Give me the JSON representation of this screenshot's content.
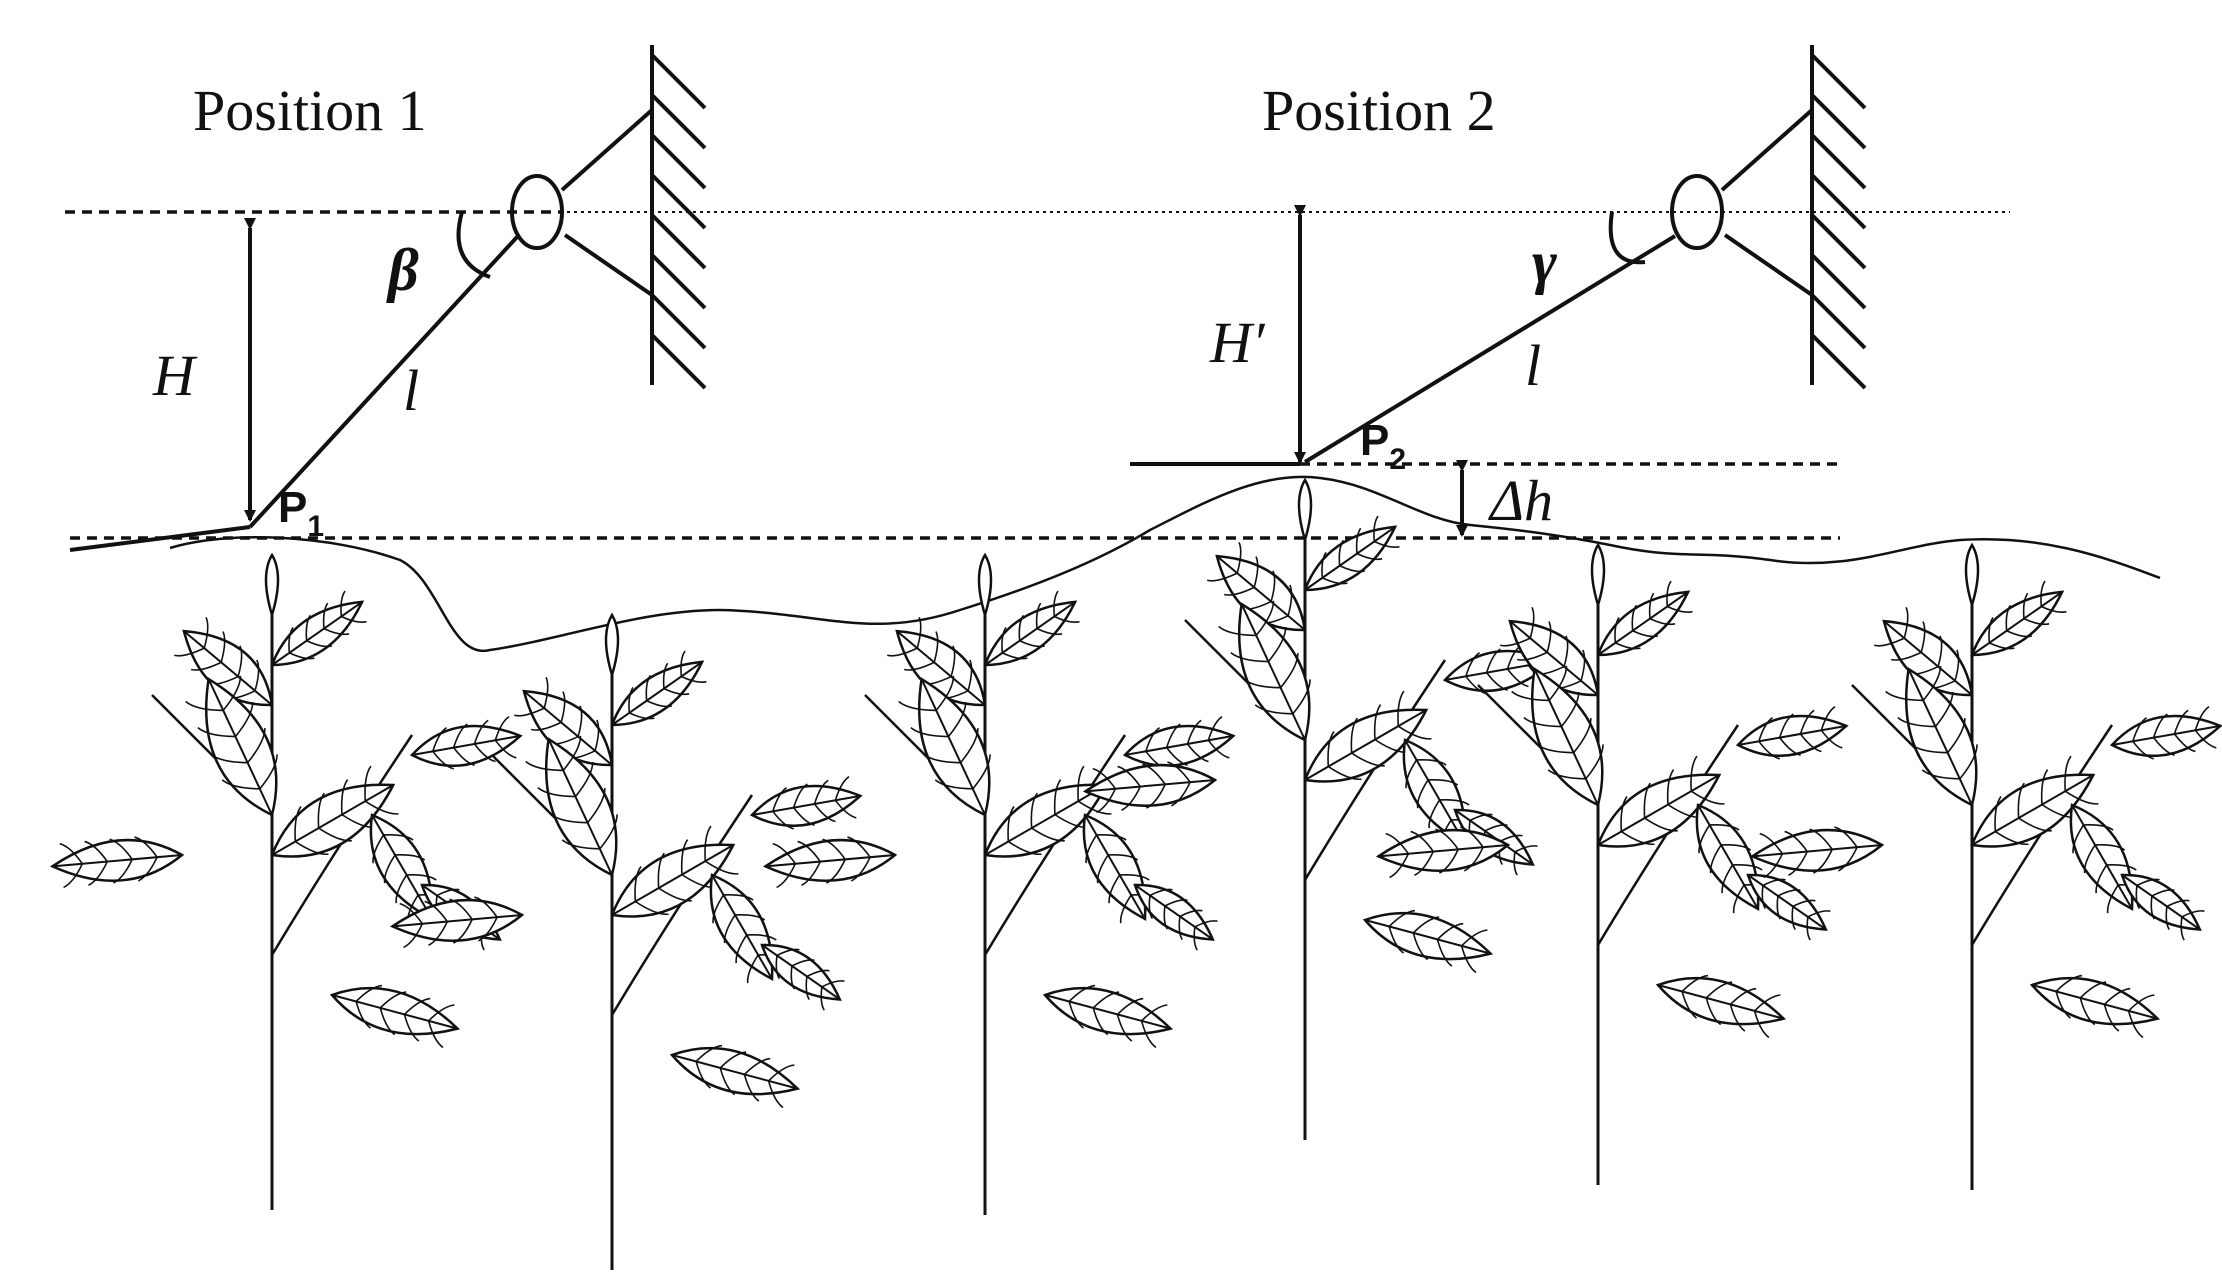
{
  "positions": [
    {
      "title": "Position 1",
      "height_label": "H",
      "angle_label": "β",
      "length_label": "l",
      "point_label": "P",
      "point_sub": "1"
    },
    {
      "title": "Position 2",
      "height_label": "H′",
      "angle_label": "γ",
      "length_label": "l",
      "point_label": "P",
      "point_sub": "2"
    }
  ],
  "delta_label": "Δh",
  "colors": {
    "stroke": "#111111",
    "background": "#ffffff"
  }
}
